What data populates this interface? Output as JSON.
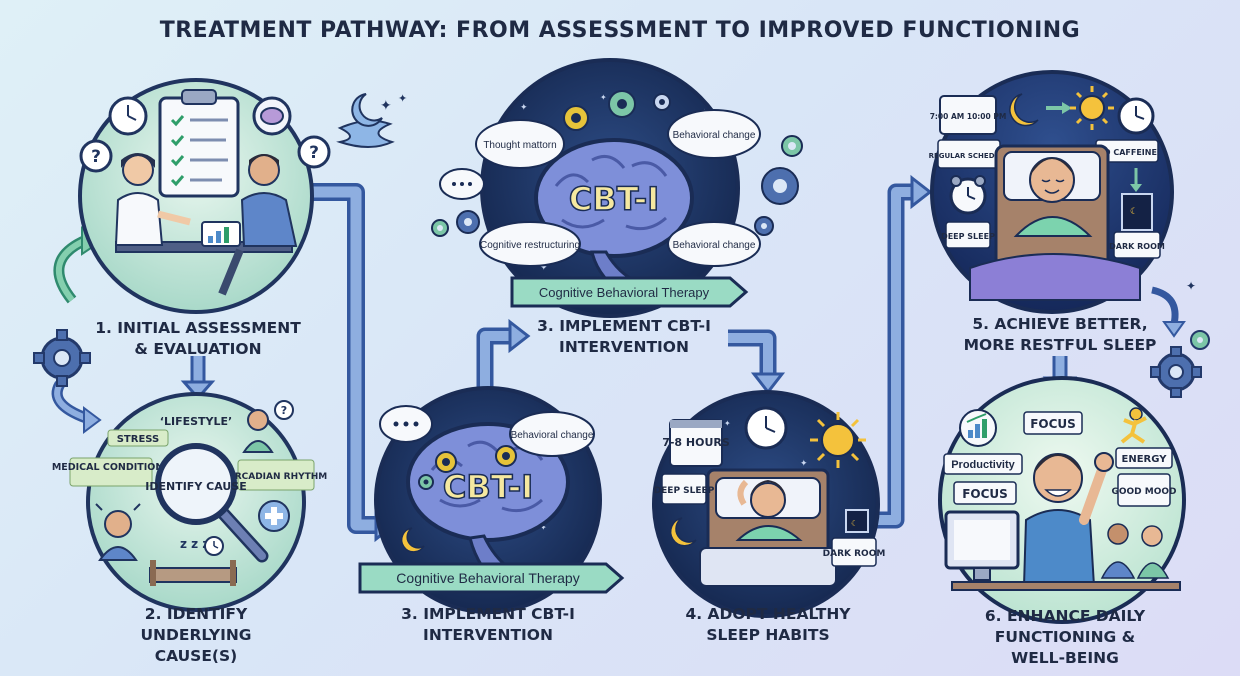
{
  "title": "TREATMENT PATHWAY: FROM ASSESSMENT TO IMPROVED FUNCTIONING",
  "colors": {
    "arrow_fill": "#7f9fd8",
    "arrow_stroke": "#34589f",
    "green_arrow": "#7cc6a7",
    "circle_dark": "#172b57",
    "circle_light": "#bfe4d6",
    "banner": "#9adbc4",
    "brain": "#7e8fd9",
    "gear_yellow": "#e6c33a",
    "gear_blue": "#4d6fae",
    "sun": "#f4c23c"
  },
  "steps": [
    {
      "id": "assessment",
      "caption": [
        "1. INITIAL ASSESSMENT",
        "& EVALUATION"
      ],
      "icons": [
        "clock-icon",
        "clipboard-checklist-icon",
        "brain-icon",
        "question-bubble-icon",
        "doctor-icon",
        "patient-icon",
        "chart-tablet-icon"
      ]
    },
    {
      "id": "cause",
      "caption": [
        "2. IDENTIFY",
        "UNDERLYING",
        "CAUSE(S)"
      ],
      "labels": {
        "lifestyle": "‘LIFESTYLE’",
        "stress": "STRESS",
        "medical": "MEDICAL CONDITIONS",
        "magnifier": "IDENTIFY CAUSE",
        "circadian": "CIRCADIAN RHYTHM",
        "zzz": "z z z"
      },
      "icons": [
        "magnifier-icon",
        "medical-cross-icon",
        "clock-icon",
        "bed-icon",
        "stressed-child-icon"
      ]
    },
    {
      "id": "cbti-lower",
      "caption": [
        "3. IMPLEMENT CBT-I",
        "INTERVENTION"
      ],
      "labels": {
        "brain": "CBT-I",
        "bubble": "Behavioral change",
        "banner": "Cognitive Behavioral Therapy"
      },
      "icons": [
        "brain-icon",
        "gear-icon",
        "speech-bubble-icon",
        "moon-icon"
      ]
    },
    {
      "id": "cbti-upper",
      "caption": [
        "3. IMPLEMENT CBT-I",
        "INTERVENTION"
      ],
      "labels": {
        "brain": "CBT-I",
        "thought": "Thought mattorn",
        "behavioral1": "Behavioral change",
        "cognitive": "Cognitive restructuring",
        "behavioral2": "Behavioral change",
        "banner": "Cognitive Behavioral Therapy"
      },
      "icons": [
        "brain-icon",
        "gear-icon",
        "speech-bubble-icon"
      ]
    },
    {
      "id": "habits",
      "caption": [
        "4. ADOPT HEALTHY",
        "SLEEP HABITS"
      ],
      "labels": {
        "hours": "7-8 HOURS",
        "deep": "DEEP SLEEP",
        "dark": "DARK ROOM"
      },
      "icons": [
        "calendar-icon",
        "clock-icon",
        "sun-icon",
        "moon-icon",
        "sleeping-woman-icon",
        "window-icon"
      ]
    },
    {
      "id": "sleep",
      "caption": [
        "5. ACHIEVE BETTER,",
        "MORE RESTFUL SLEEP"
      ],
      "labels": {
        "schedule_time": "7:00 AM 10:00 PM",
        "regular": "REGULAR SCHEDULE",
        "caffeine": "NO CAFFEINE",
        "deep": "DEEP SLEEP",
        "dark": "DARK ROOM"
      },
      "icons": [
        "moon-icon",
        "sun-icon",
        "clock-icon",
        "alarm-clock-icon",
        "sleeping-man-icon",
        "door-icon"
      ]
    },
    {
      "id": "functioning",
      "caption": [
        "6. ENHANCE DAILY",
        "FUNCTIONING &",
        "WELL-BEING"
      ],
      "labels": {
        "productivity": "Productivity",
        "focus_top": "FOCUS",
        "energy": "ENERGY",
        "focus_left": "FOCUS",
        "mood": "GOOD MOOD"
      },
      "icons": [
        "chart-up-icon",
        "computer-icon",
        "happy-man-icon",
        "family-icon",
        "running-figure-icon"
      ]
    }
  ]
}
